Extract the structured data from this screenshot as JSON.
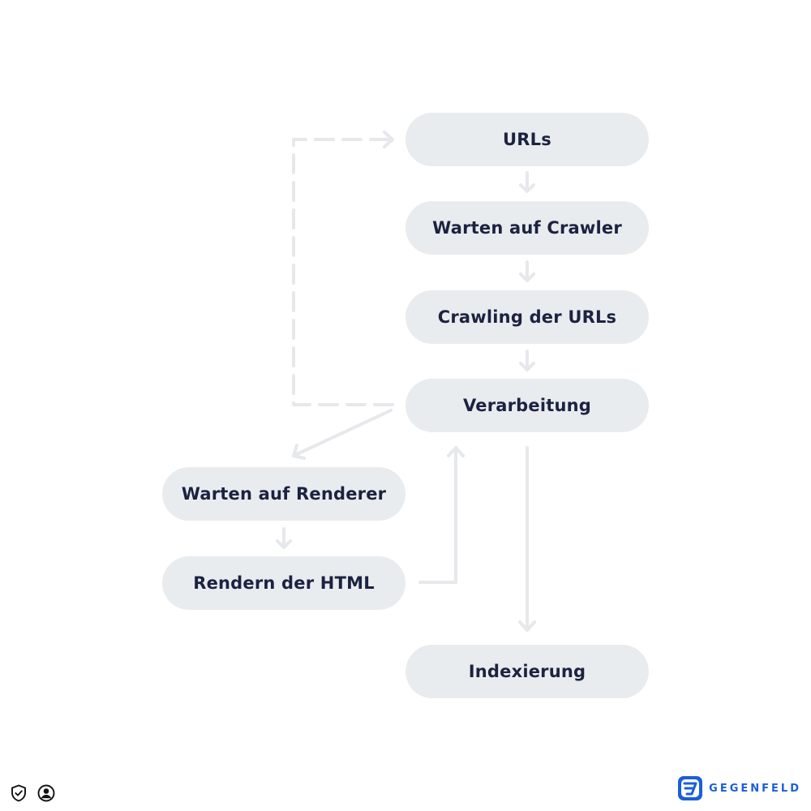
{
  "diagram": {
    "nodes": {
      "urls": "URLs",
      "waiting_crawler": "Warten auf Crawler",
      "crawling": "Crawling der URLs",
      "processing": "Verarbeitung",
      "waiting_renderer": "Warten auf Renderer",
      "rendering": "Rendern der HTML",
      "indexing": "Indexierung"
    },
    "colors": {
      "node_fill": "#e9ecef",
      "node_text": "#1c2240",
      "connector": "#e6e8eb",
      "brand": "#1b5fd8"
    }
  },
  "footer": {
    "icons": [
      "shield-check-icon",
      "user-circle-icon"
    ],
    "brand": "GEGENFELD"
  }
}
